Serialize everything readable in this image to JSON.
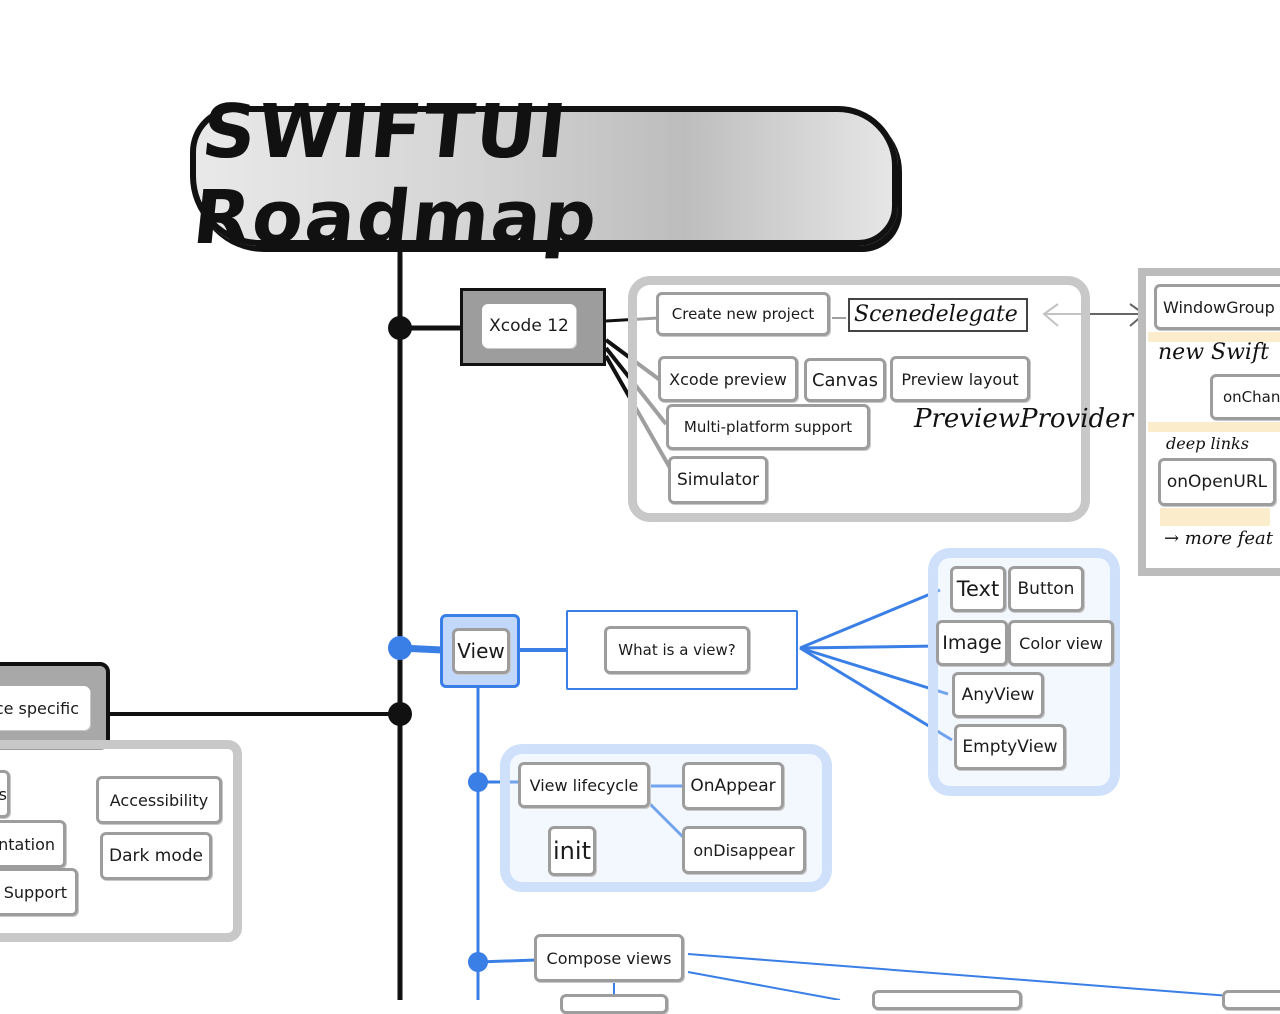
{
  "title": "SWIFTUI Roadmap",
  "xcode": {
    "label": "Xcode 12",
    "create_new_project": "Create new project",
    "scenedelegate": "Scenedelegate",
    "xcode_preview": "Xcode preview",
    "canvas": "Canvas",
    "preview_layout": "Preview layout",
    "preview_provider": "PreviewProvider",
    "multi_platform": "Multi-platform support",
    "simulator": "Simulator"
  },
  "side_panel": {
    "window_group": "WindowGroup",
    "new_swift": "new Swift",
    "on_change": "onChan",
    "deep_links": "deep links",
    "on_open_url": "onOpenURL",
    "more_features": "→ more feat"
  },
  "view": {
    "label": "View",
    "what_is": "What is a view?",
    "text": "Text",
    "button": "Button",
    "image": "Image",
    "color_view": "Color view",
    "any_view": "AnyView",
    "empty_view": "EmptyView",
    "lifecycle": "View lifecycle",
    "on_appear": "OnAppear",
    "on_disappear": "onDisappear",
    "init": "init",
    "compose": "Compose views"
  },
  "platform": {
    "specific": "ce specific",
    "accessibility": "Accessibility",
    "dark_mode": "Dark mode",
    "s_label": "s",
    "orientation": "ntation",
    "support": "Support"
  },
  "colors": {
    "blue_accent": "#3a7fe6",
    "blue_group": "#cfe0fb",
    "grey_box_border": "#9d9d9d",
    "trunk": "#111111"
  }
}
